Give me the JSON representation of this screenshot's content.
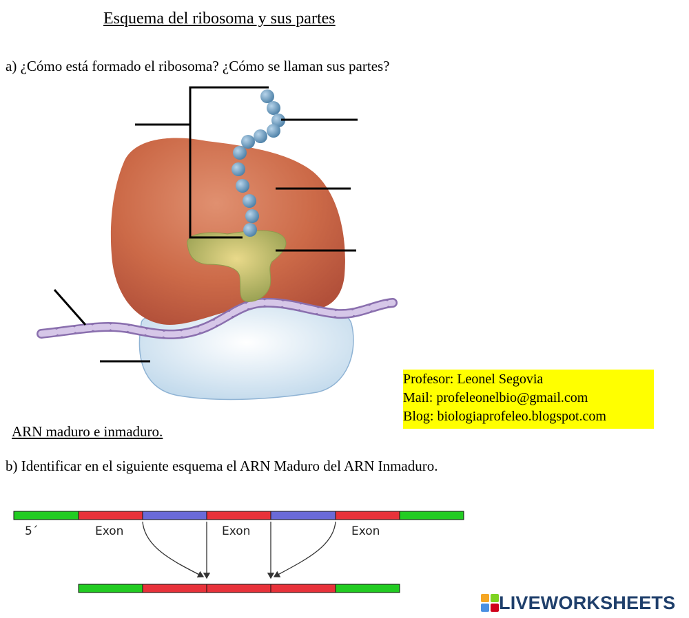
{
  "page": {
    "title": "Esquema del ribosoma y sus partes",
    "question_a": "a) ¿Cómo está formado el ribosoma? ¿Cómo se llaman sus partes?",
    "section2_title": "ARN maduro e inmaduro.",
    "question_b": "b) Identificar en el siguiente esquema el ARN Maduro del ARN Inmaduro."
  },
  "credits": {
    "professor": "Profesor: Leonel Segovia",
    "mail": "Mail: profeleonelbio@gmail.com",
    "blog": "Blog: biologiaprofeleo.blogspot.com"
  },
  "rna_diagram": {
    "five_prime": "5´",
    "exon_labels": [
      "Exon",
      "Exon",
      "Exon"
    ]
  },
  "branding": {
    "logo_text": "LIVEWORKSHEETS"
  },
  "colors": {
    "highlight": "#ffff00",
    "large_subunit": "#c4603f",
    "small_subunit": "#dcebf7",
    "mrna": "#c9b8dc",
    "peptide_chain": "#6e9fc4",
    "trna": "#a8ad5f",
    "exon": "#e8323a",
    "intron": "#6a6ad8",
    "end_segment": "#22cc22"
  }
}
